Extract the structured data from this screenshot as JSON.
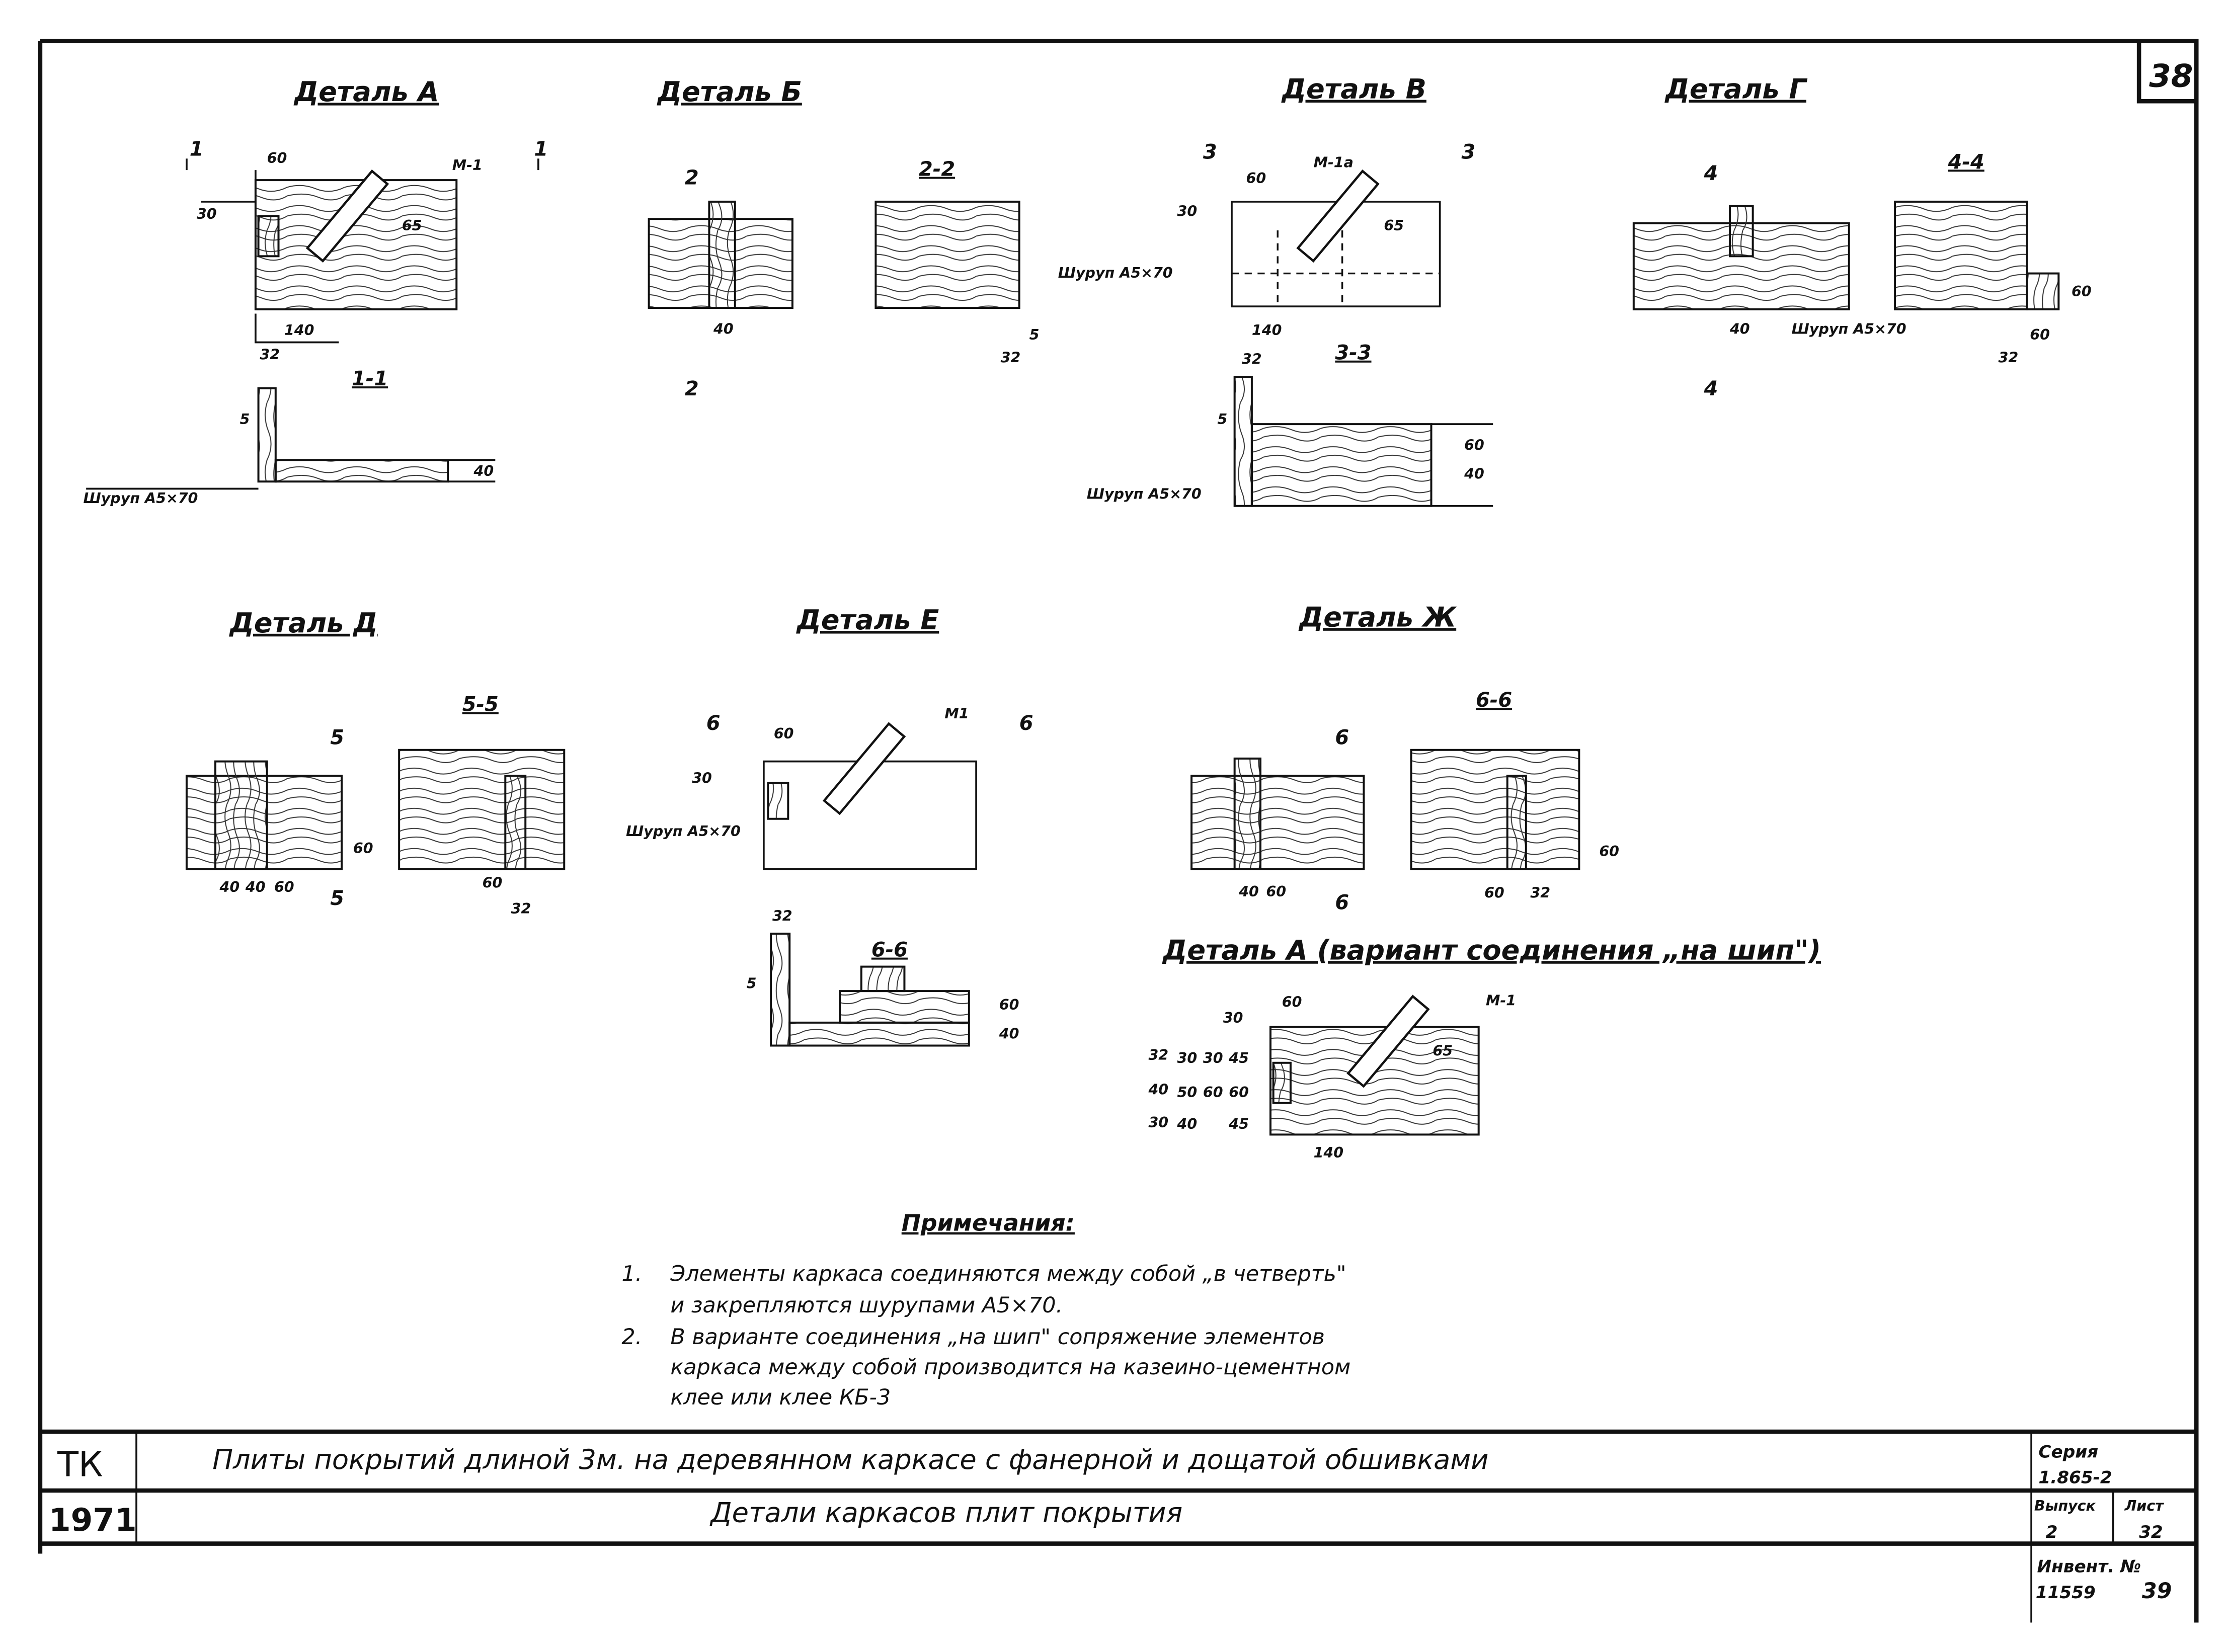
{
  "sheet_number": "38",
  "details": {
    "a": "Деталь А",
    "b": "Деталь Б",
    "v": "Деталь В",
    "g": "Деталь Г",
    "d": "Деталь Д",
    "e": "Деталь Е",
    "zh": "Деталь Ж",
    "a_variant": "Деталь А (вариант соединения „на шип\")"
  },
  "sections": {
    "s1": "1-1",
    "s2": "2-2",
    "s3": "3-3",
    "s4": "4-4",
    "s5": "5-5",
    "s6a": "6-6",
    "s6b": "6-6"
  },
  "marks": {
    "m1": "М-1",
    "m1a": "М-1а",
    "m1e": "М1",
    "m1v": "М-1",
    "screw": "Шуруп А5×70",
    "n1": "1",
    "n2": "2",
    "n3": "3",
    "n4": "4",
    "n5": "5",
    "n6": "6"
  },
  "dims": [
    "60",
    "30",
    "65",
    "140",
    "32",
    "5",
    "40",
    "50",
    "45"
  ],
  "notes": {
    "title": "Примечания:",
    "items": [
      {
        "num": "1.",
        "lines": [
          "Элементы каркаса соединяются между собой „в четверть\"",
          "и закрепляются шурупами А5×70."
        ]
      },
      {
        "num": "2.",
        "lines": [
          "В варианте соединения „на шип\" сопряжение элементов",
          "каркаса между собой производится на казеино-цементном",
          "клее или клее КБ-3"
        ]
      }
    ]
  },
  "title_block": {
    "code": "ТК",
    "year": "1971",
    "title": "Плиты покрытий длиной 3м. на деревянном каркасе с фанерной и дощатой обшивками",
    "subtitle": "Детали каркасов плит покрытия",
    "series_label": "Серия",
    "series_value": "1.865-2",
    "issue_label": "Выпуск",
    "issue_value": "2",
    "sheet_label": "Лист",
    "sheet_value": "32",
    "inv_label": "Инвент. №",
    "inv_value": "11559",
    "inv_page": "39"
  }
}
